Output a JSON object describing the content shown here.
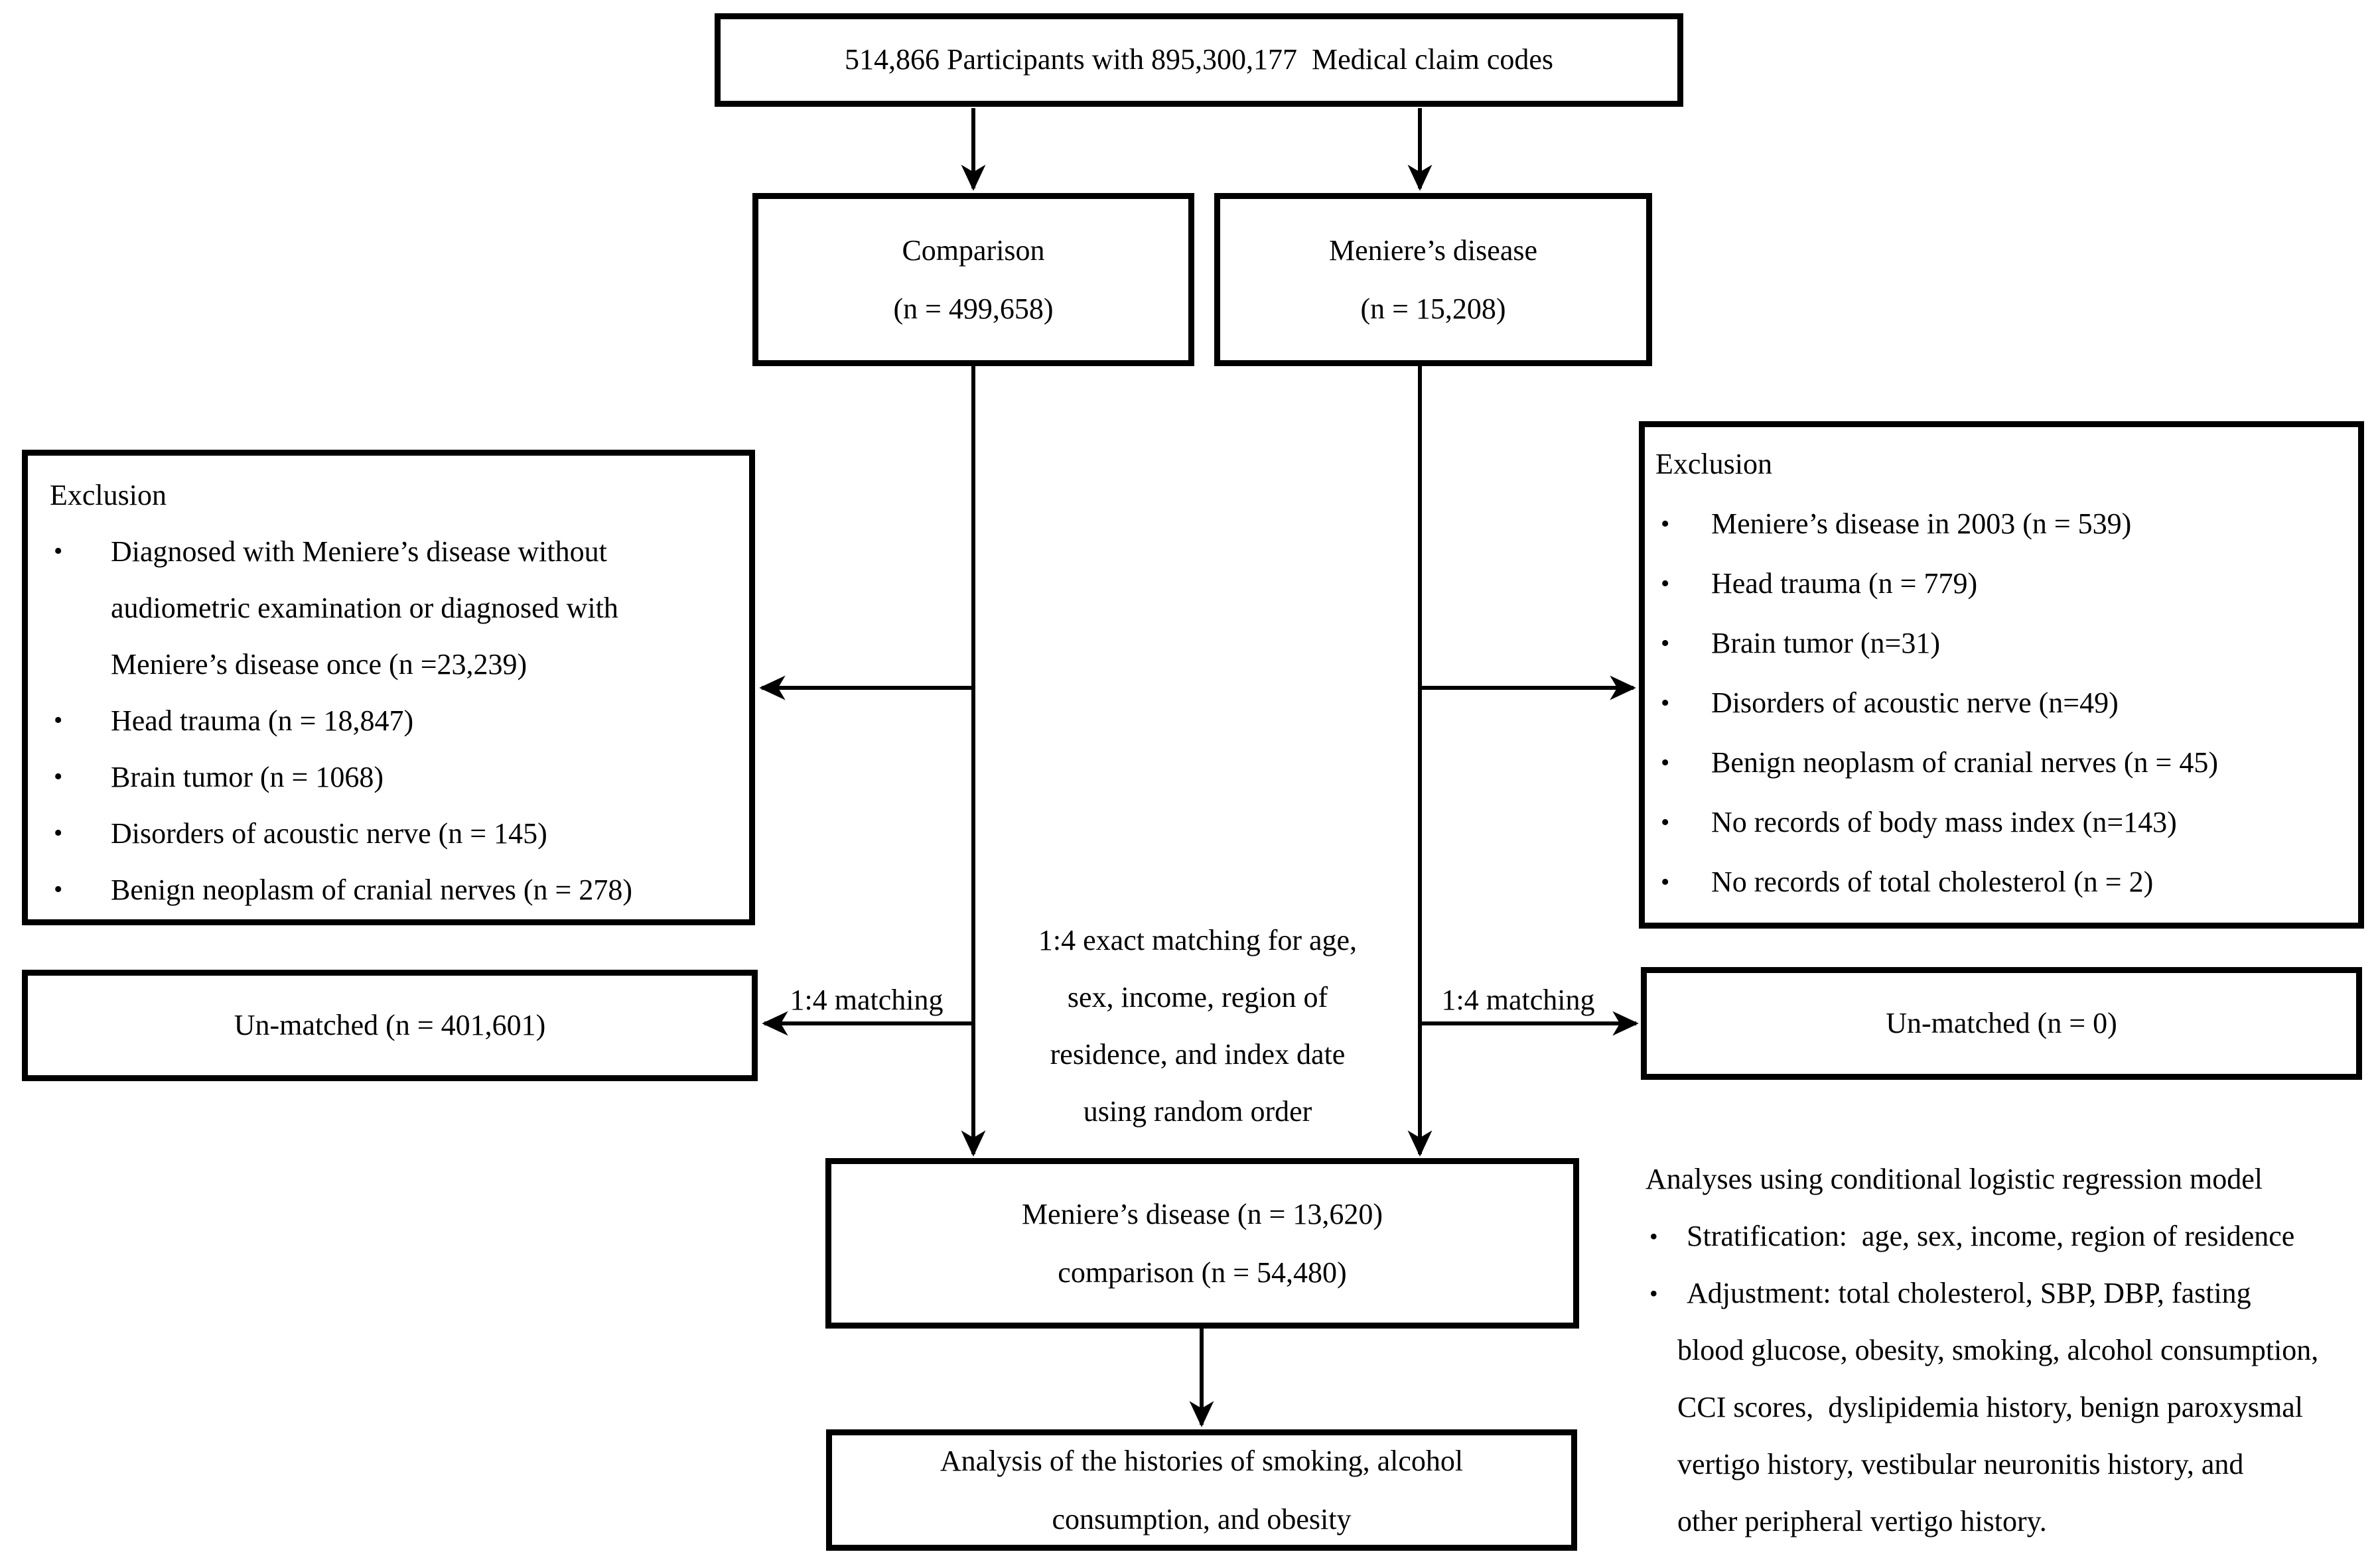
{
  "bullets": {
    "char": "•"
  },
  "top_box": {
    "text": "514,866 Participants with 895,300,177  Medical claim codes"
  },
  "comparison_box": {
    "line1": "Comparison",
    "line2": "(n = 499,658)"
  },
  "meniere_box": {
    "line1": "Meniere’s disease",
    "line2": "(n = 15,208)"
  },
  "left_exclusion": {
    "title": "Exclusion",
    "bullet1_lines": [
      "Diagnosed with Meniere’s disease without",
      "audiometric examination or diagnosed with",
      "Meniere’s disease once (n =23,239)"
    ],
    "bullet2": "Head trauma (n = 18,847)",
    "bullet3": "Brain tumor (n = 1068)",
    "bullet4": "Disorders of acoustic nerve (n = 145)",
    "bullet5": "Benign neoplasm of cranial nerves (n = 278)"
  },
  "right_exclusion": {
    "title": "Exclusion",
    "bullets": [
      "Meniere’s disease in 2003 (n = 539)",
      "Head trauma (n = 779)",
      "Brain tumor (n=31)",
      "Disorders of acoustic nerve (n=49)",
      "Benign neoplasm of cranial nerves (n = 45)",
      "No records of body mass index (n=143)",
      "No records of total cholesterol (n = 2)"
    ]
  },
  "matching_note": {
    "lines": [
      "1:4 exact matching for age,",
      "sex, income, region of",
      "residence, and index date",
      "using random order"
    ]
  },
  "labels": {
    "left_matching": "1:4 matching",
    "right_matching": "1:4 matching"
  },
  "left_unmatched": {
    "text": "Un-matched (n = 401,601)"
  },
  "right_unmatched": {
    "text": "Un-matched (n = 0)"
  },
  "matched_box": {
    "line1": "Meniere’s disease (n = 13,620)",
    "line2": "comparison (n = 54,480)"
  },
  "analysis_note": {
    "intro": "Analyses using conditional logistic regression model",
    "stratification": "Stratification:  age, sex, income, region of residence",
    "adjustment_lines": [
      "Adjustment: total cholesterol, SBP, DBP, fasting",
      "blood glucose, obesity, smoking, alcohol consumption,",
      "CCI scores,  dyslipidemia history, benign paroxysmal",
      "vertigo history, vestibular neuronitis history, and",
      "other peripheral vertigo history."
    ]
  },
  "final_box": {
    "line1": "Analysis of the histories of smoking, alcohol",
    "line2": "consumption, and obesity"
  }
}
